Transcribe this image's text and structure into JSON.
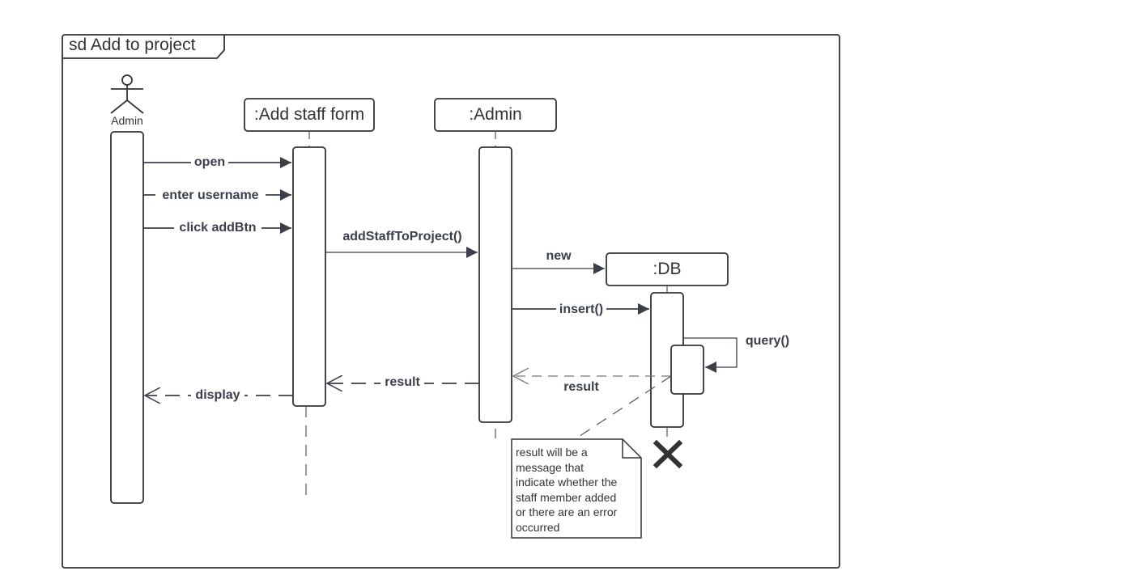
{
  "frame": {
    "title": "sd Add to project"
  },
  "actor": {
    "name": "Admin"
  },
  "lifelines": {
    "form": ":Add staff form",
    "admin": ":Admin",
    "db": ":DB"
  },
  "messages": {
    "open": "open",
    "enter_username": "enter username",
    "click_addbtn": "click addBtn",
    "add_staff": "addStaffToProject()",
    "new": "new",
    "insert": "insert()",
    "query": "query()",
    "result_db": "result",
    "result_admin": "result",
    "display": "display"
  },
  "note": {
    "lines": [
      "result will be a",
      "message that",
      "indicate whether the",
      "staff member added",
      "or there are an error",
      "occurred"
    ]
  },
  "colors": {
    "stroke": "#3a3f4a",
    "text": "#333333",
    "background": "#ffffff"
  }
}
